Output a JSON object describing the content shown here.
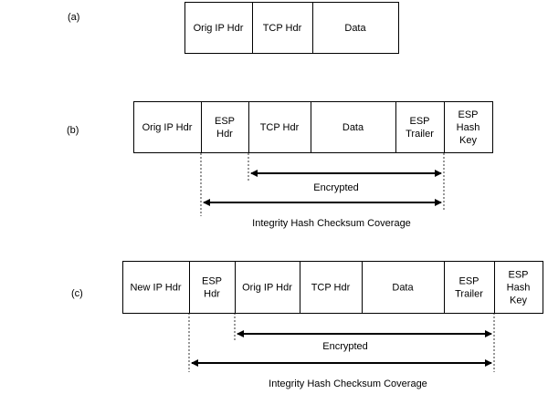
{
  "sections": {
    "a": {
      "label": "(a)",
      "fields": [
        [
          "Orig IP Hdr"
        ],
        [
          "TCP Hdr"
        ],
        [
          "Data"
        ]
      ]
    },
    "b": {
      "label": "(b)",
      "fields": [
        [
          "Orig IP Hdr"
        ],
        [
          "ESP",
          "Hdr"
        ],
        [
          "TCP Hdr"
        ],
        [
          "Data"
        ],
        [
          "ESP",
          "Trailer"
        ],
        [
          "ESP",
          "Hash",
          "Key"
        ]
      ],
      "encrypted_label": "Encrypted",
      "integrity_label": "Integrity Hash Checksum Coverage"
    },
    "c": {
      "label": "(c)",
      "fields": [
        [
          "New IP Hdr"
        ],
        [
          "ESP",
          "Hdr"
        ],
        [
          "Orig IP Hdr"
        ],
        [
          "TCP Hdr"
        ],
        [
          "Data"
        ],
        [
          "ESP",
          "Trailer"
        ],
        [
          "ESP",
          "Hash",
          "Key"
        ]
      ],
      "encrypted_label": "Encrypted",
      "integrity_label": "Integrity Hash Checksum Coverage"
    }
  }
}
